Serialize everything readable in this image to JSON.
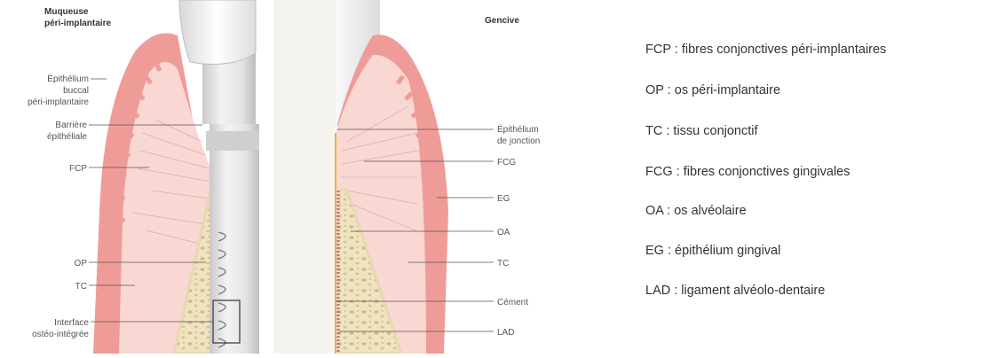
{
  "diagram": {
    "left_title_line1": "Muqueuse",
    "left_title_line2": "péri-implantaire",
    "right_title": "Gencive",
    "left_labels": {
      "epithelium_buccal_l1": "Épithélium",
      "epithelium_buccal_l2": "buccal",
      "epithelium_buccal_l3": "péri-implantaire",
      "barriere_l1": "Barrière",
      "barriere_l2": "épithéliale",
      "fcp": "FCP",
      "op": "OP",
      "tc": "TC",
      "interface_l1": "Interface",
      "interface_l2": "ostéo-intégrée"
    },
    "right_labels": {
      "epithelium_jonction_l1": "Épithélium",
      "epithelium_jonction_l2": "de jonction",
      "fcg": "FCG",
      "eg": "EG",
      "oa": "OA",
      "tc": "TC",
      "cement": "Cément",
      "lad": "LAD"
    }
  },
  "legend": [
    "FCP : fibres conjonctives péri-implantaires",
    "OP : os péri-implantaire",
    "TC : tissu conjonctif",
    "FCG : fibres conjonctives gingivales",
    "OA : os alvéolaire",
    "EG : épithélium gingival",
    "LAD : ligament alvéolo-dentaire"
  ],
  "colors": {
    "gingiva_outer": "#ef9c98",
    "connective_tissue": "#f9d7d2",
    "bone_cortex": "#efe3c0",
    "bone_marrow": "#d8c79a",
    "implant_metal": "#e3e3e3",
    "tooth_root": "#f5f3ee",
    "ligament": "#b56aa8"
  }
}
